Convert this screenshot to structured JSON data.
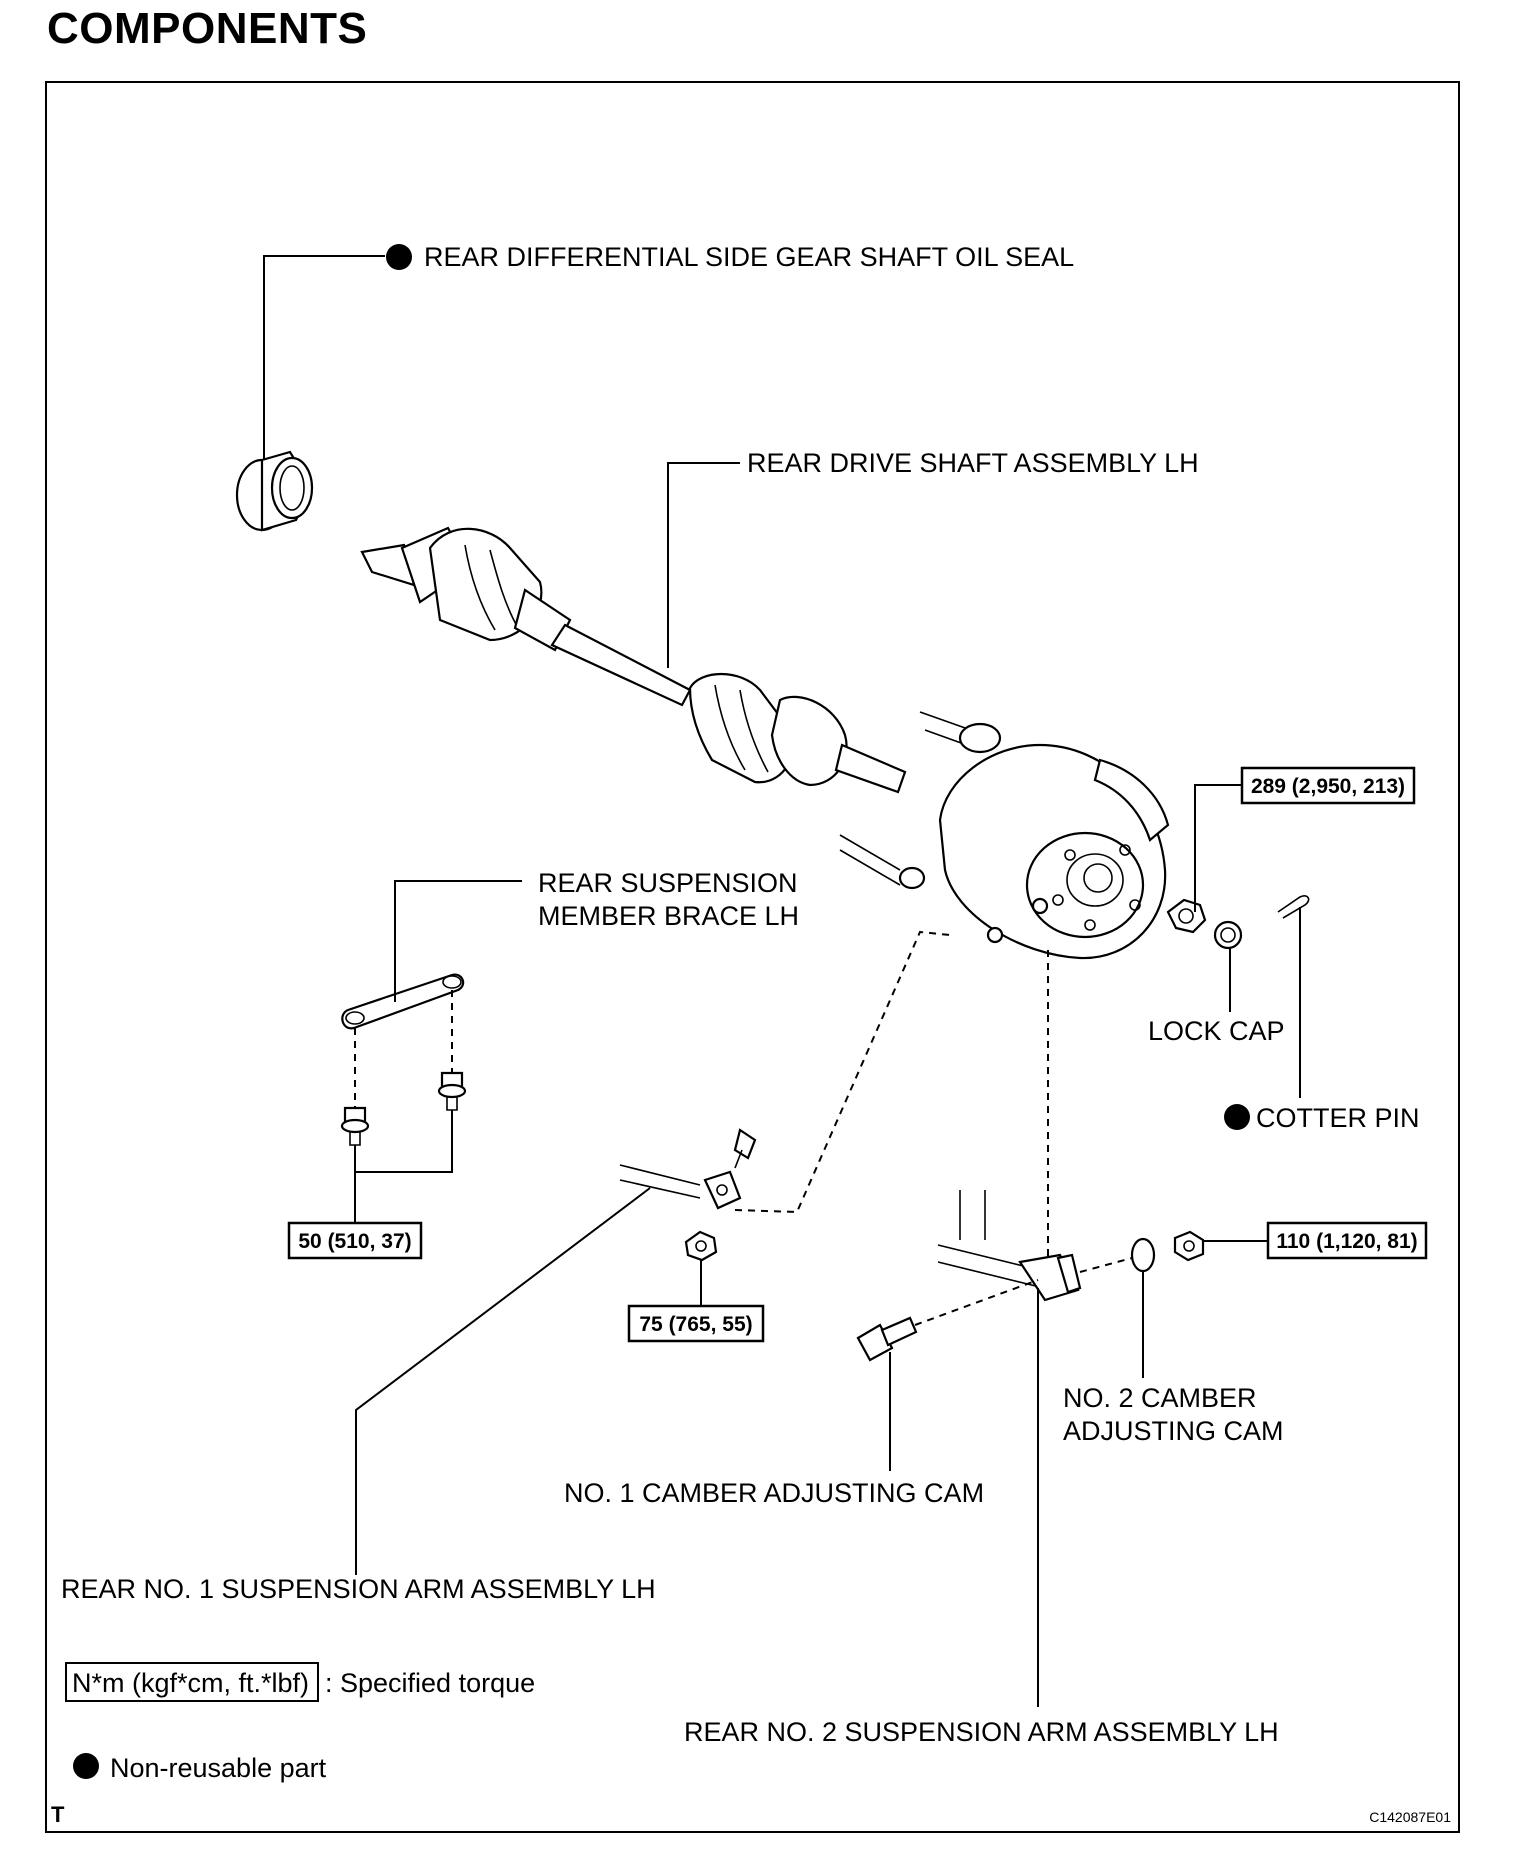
{
  "title": "COMPONENTS",
  "labels": {
    "oil_seal": "REAR DIFFERENTIAL SIDE GEAR SHAFT OIL SEAL",
    "drive_shaft": "REAR DRIVE SHAFT ASSEMBLY LH",
    "member_brace_line1": "REAR SUSPENSION",
    "member_brace_line2": "MEMBER BRACE LH",
    "lock_cap": "LOCK CAP",
    "cotter_pin": "COTTER PIN",
    "no2_cam_line1": "NO. 2 CAMBER",
    "no2_cam_line2": "ADJUSTING CAM",
    "no1_cam": "NO. 1 CAMBER ADJUSTING CAM",
    "arm_no1": "REAR NO. 1 SUSPENSION ARM ASSEMBLY LH",
    "arm_no2": "REAR NO. 2 SUSPENSION ARM ASSEMBLY LH"
  },
  "torques": {
    "hub_nut": "289 (2,950, 213)",
    "brace_bolts": "50 (510, 37)",
    "arm_nut": "75 (765, 55)",
    "cam_nut": "110 (1,120, 81)"
  },
  "legend": {
    "torque_box": "N*m (kgf*cm, ft.*lbf)",
    "torque_text": ": Specified torque",
    "nonreusable_text": "Non-reusable part",
    "nonreusable_icon": "filled-circle-icon"
  },
  "footer": {
    "left_mark": "T",
    "figure_code": "C142087E01"
  }
}
